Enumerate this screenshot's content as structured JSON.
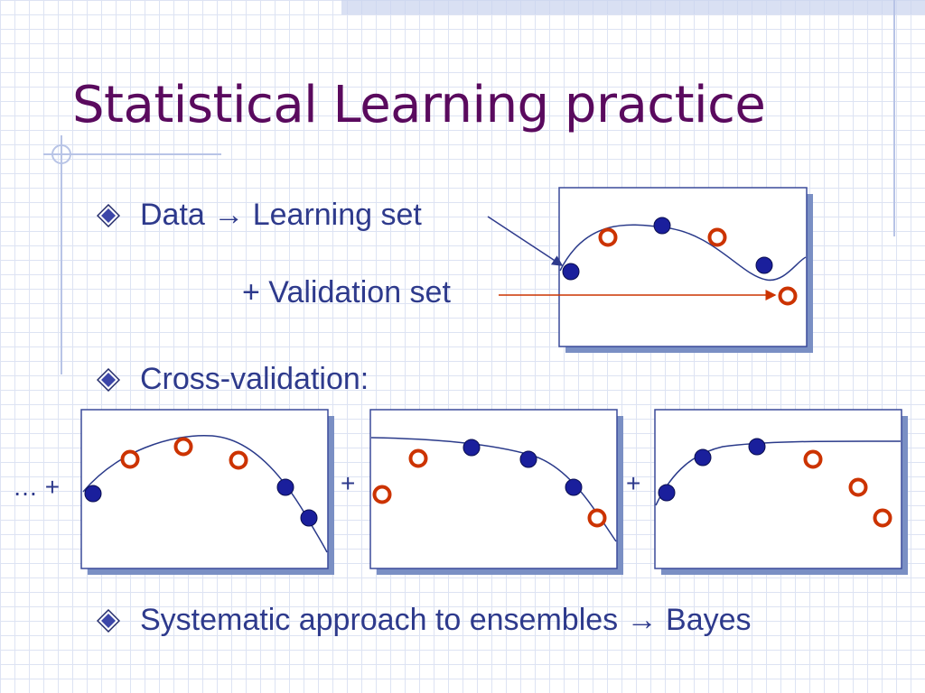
{
  "slide": {
    "title": "Statistical Learning practice"
  },
  "bullets": [
    {
      "text": "Data →  Learning set"
    },
    {
      "text": "Cross-validation:"
    },
    {
      "text": "Systematic approach to ensembles →  Bayes"
    }
  ],
  "validation_label": "+ Validation set",
  "fold_separators": [
    "… +",
    "+",
    "+"
  ],
  "colors": {
    "title": "#5a0a5e",
    "text": "#2e3a8c",
    "learning_point": "#1a1f9c",
    "validation_point": "#cc3300",
    "arrow_learning": "#2e3a8c",
    "arrow_validation": "#cc3300"
  },
  "icons": {
    "bullet": "diamond-bullet-icon"
  }
}
